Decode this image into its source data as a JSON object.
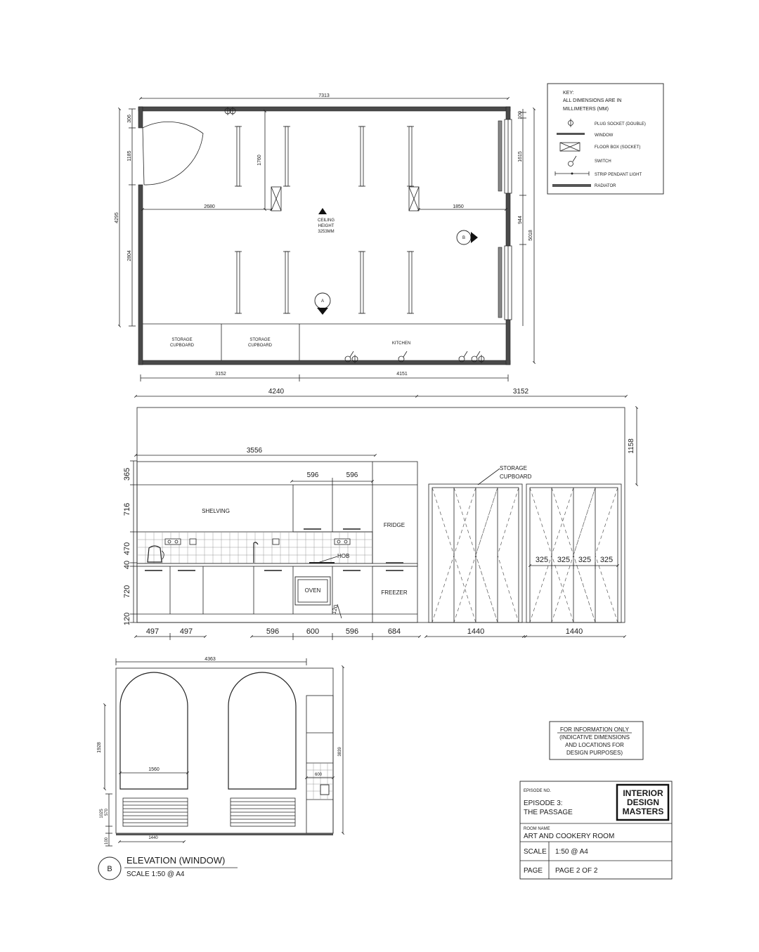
{
  "key": {
    "title": "KEY:",
    "note_line1": "ALL DIMENSIONS ARE IN",
    "note_line2": "MILLIMETERS (MM)",
    "items": [
      {
        "label": "PLUG SOCKET (DOUBLE)",
        "icon": "plug-socket-icon"
      },
      {
        "label": "WINDOW",
        "icon": "window-icon"
      },
      {
        "label": "FLOOR BOX (SOCKET)",
        "icon": "floor-box-icon"
      },
      {
        "label": "SWITCH",
        "icon": "switch-icon"
      },
      {
        "label": "STRIP PENDANT LIGHT",
        "icon": "strip-light-icon"
      },
      {
        "label": "RADIATOR",
        "icon": "radiator-icon"
      }
    ]
  },
  "plan": {
    "width": "7313",
    "left_total": "4295",
    "left_segments": [
      "306",
      "1185",
      "2804"
    ],
    "dim_1760": "1760",
    "dim_2680": "2680",
    "dim_1850": "1850",
    "right_top": "100",
    "right_1615": "1615",
    "right_944": "944",
    "right_total": "5018",
    "ceiling_line1": "CEILING",
    "ceiling_line2": "HEIGHT",
    "ceiling_line3": "3253MM",
    "marker_a": "A",
    "marker_b": "B",
    "storage1_line1": "STORAGE",
    "storage1_line2": "CUPBOARD",
    "storage2_line1": "STORAGE",
    "storage2_line2": "CUPBOARD",
    "kitchen": "KITCHEN",
    "bottom_left": "3152",
    "bottom_right": "4151"
  },
  "elevation_a": {
    "top_left": "4240",
    "top_right": "3152",
    "run_3556": "3556",
    "unit_596a": "596",
    "unit_596b": "596",
    "height_1158": "1158",
    "heights": [
      "365",
      "716",
      "470",
      "40",
      "720",
      "120"
    ],
    "shelving": "SHELVING",
    "fridge": "FRIDGE",
    "hob": "HOB",
    "oven": "OVEN",
    "freezer": "FREEZER",
    "plinth": "120",
    "storage_line1": "STORAGE",
    "storage_line2": "CUPBOARD",
    "door_widths": [
      "325",
      "325",
      "325",
      "325"
    ],
    "bottom": [
      "497",
      "497",
      "596",
      "600",
      "596",
      "684",
      "1440",
      "1440"
    ]
  },
  "elevation_b": {
    "width": "4363",
    "arch_height": "1928",
    "arch_width": "1560",
    "total_height": "3839",
    "sink_width": "600",
    "rad_1025": "1025",
    "rad_570": "570",
    "rad_100": "100",
    "rad_width": "1440",
    "marker": "B",
    "title": "ELEVATION (WINDOW)",
    "scale": "SCALE 1:50 @ A4"
  },
  "info": {
    "line1": "FOR INFORMATION ONLY",
    "line2": "(INDICATIVE DIMENSIONS",
    "line3": "AND LOCATIONS FOR",
    "line4": "DESIGN PURPOSES)"
  },
  "title_block": {
    "episode_label": "EPISODE NO.",
    "episode_line1": "EPISODE 3:",
    "episode_line2": "THE PASSAGE",
    "logo_line1": "INTERIOR",
    "logo_line2": "DESIGN",
    "logo_line3": "MASTERS",
    "room_label": "ROOM NAME",
    "room_name": "ART AND COOKERY ROOM",
    "scale_label": "SCALE",
    "scale_value": "1:50 @ A4",
    "page_label": "PAGE",
    "page_value": "PAGE 2 OF 2"
  }
}
